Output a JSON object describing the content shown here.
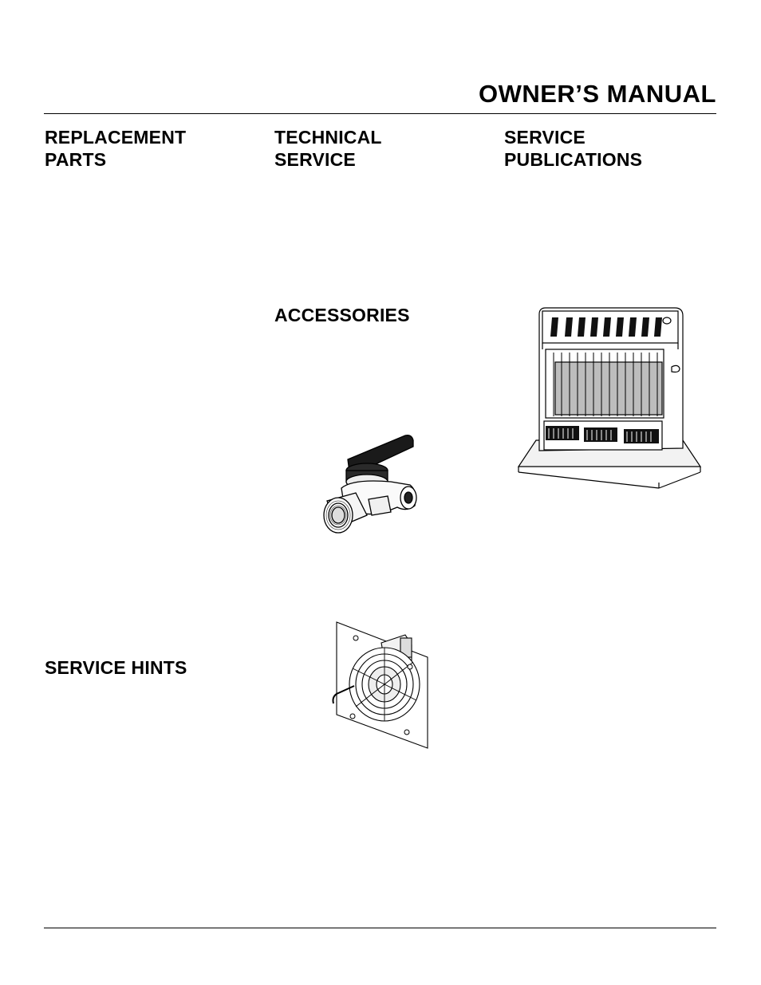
{
  "header": {
    "title": "OWNER’S MANUAL"
  },
  "sections": {
    "replacement_parts": {
      "line1": "REPLACEMENT",
      "line2": "PARTS"
    },
    "technical_service": {
      "line1": "TECHNICAL",
      "line2": "SERVICE"
    },
    "service_publications": {
      "line1": "SERVICE",
      "line2": "PUBLICATIONS"
    },
    "accessories": {
      "label": "ACCESSORIES"
    },
    "service_hints": {
      "label": "SERVICE HINTS"
    }
  },
  "illustrations": {
    "valve": "gas-shutoff-valve",
    "heater": "vent-free-heater",
    "fan": "blower-fan-kit"
  }
}
